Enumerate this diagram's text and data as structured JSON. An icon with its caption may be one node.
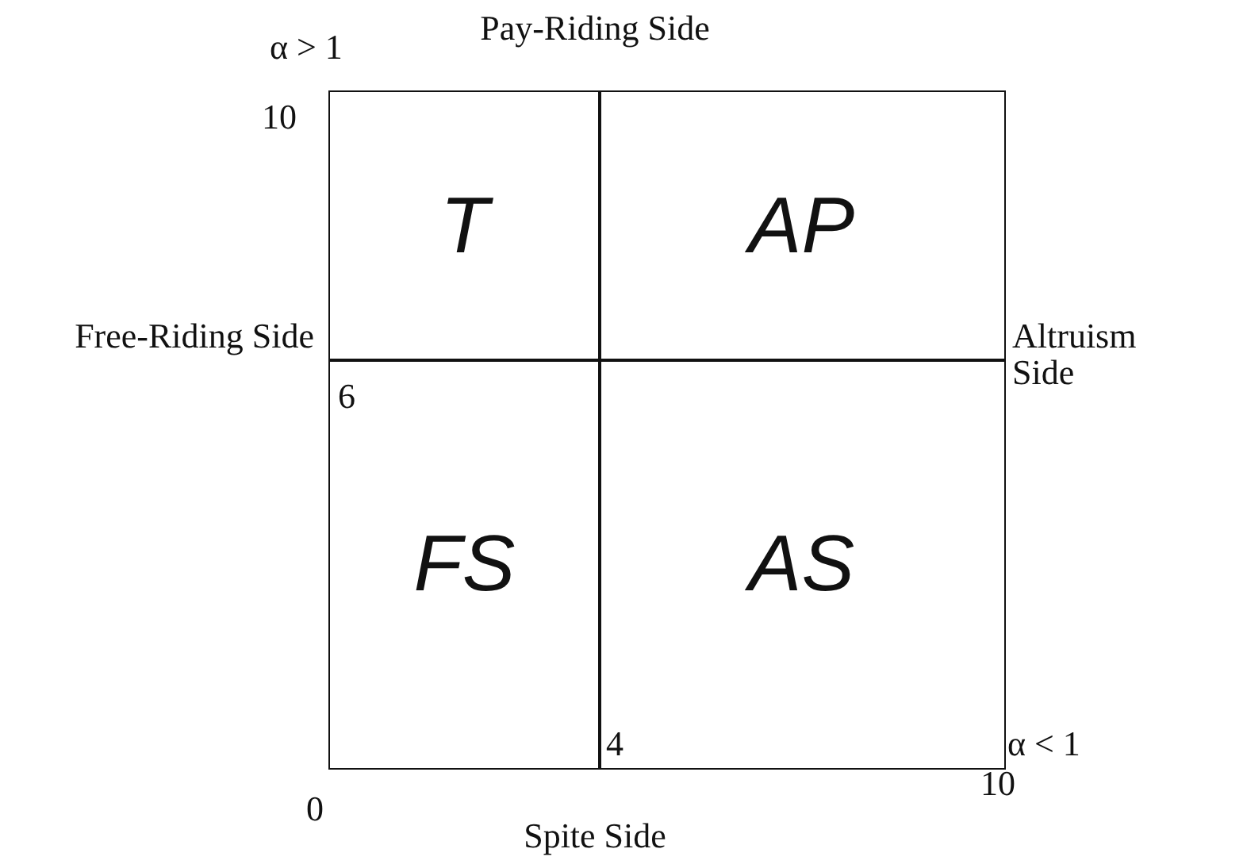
{
  "diagram": {
    "nodes": [
      {
        "text": [
          "T"
        ]
      },
      {
        "text": [
          "AP"
        ]
      },
      {
        "text": [
          "FS"
        ]
      },
      {
        "text": [
          "AS"
        ]
      }
    ],
    "labels": [
      "α > 1",
      "Pay-Riding Side",
      "10",
      "Free-Riding Side",
      "6",
      "Altruism Side",
      "4",
      "α < 1",
      "0",
      "10",
      "Spite Side"
    ]
  }
}
